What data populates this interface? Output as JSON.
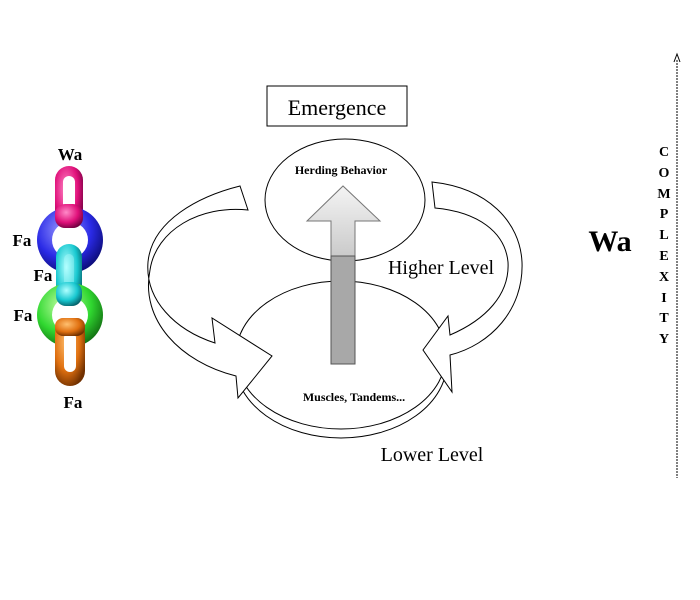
{
  "diagram": {
    "emergence_label": "Emergence",
    "higher_ellipse_label": "Herding Behavior",
    "lower_ellipse_label": "Muscles, Tandems...",
    "higher_level_label": "Higher Level",
    "lower_level_label": "Lower Level",
    "wa_big_label": "Wa",
    "complexity_letters": [
      "C",
      "O",
      "M",
      "P",
      "L",
      "E",
      "X",
      "I",
      "T",
      "Y"
    ],
    "chain": {
      "labels": [
        {
          "text": "Wa"
        },
        {
          "text": "Fa"
        },
        {
          "text": "Fa"
        },
        {
          "text": "Fa"
        },
        {
          "text": "Fa"
        }
      ],
      "ring_colors": [
        "#e0107a",
        "#2a2ae6",
        "#18d8d8",
        "#30d830",
        "#e07010"
      ]
    },
    "colors": {
      "arrow_fill": "#a8a8a8",
      "arrow_light": "#d8d8d8"
    }
  }
}
